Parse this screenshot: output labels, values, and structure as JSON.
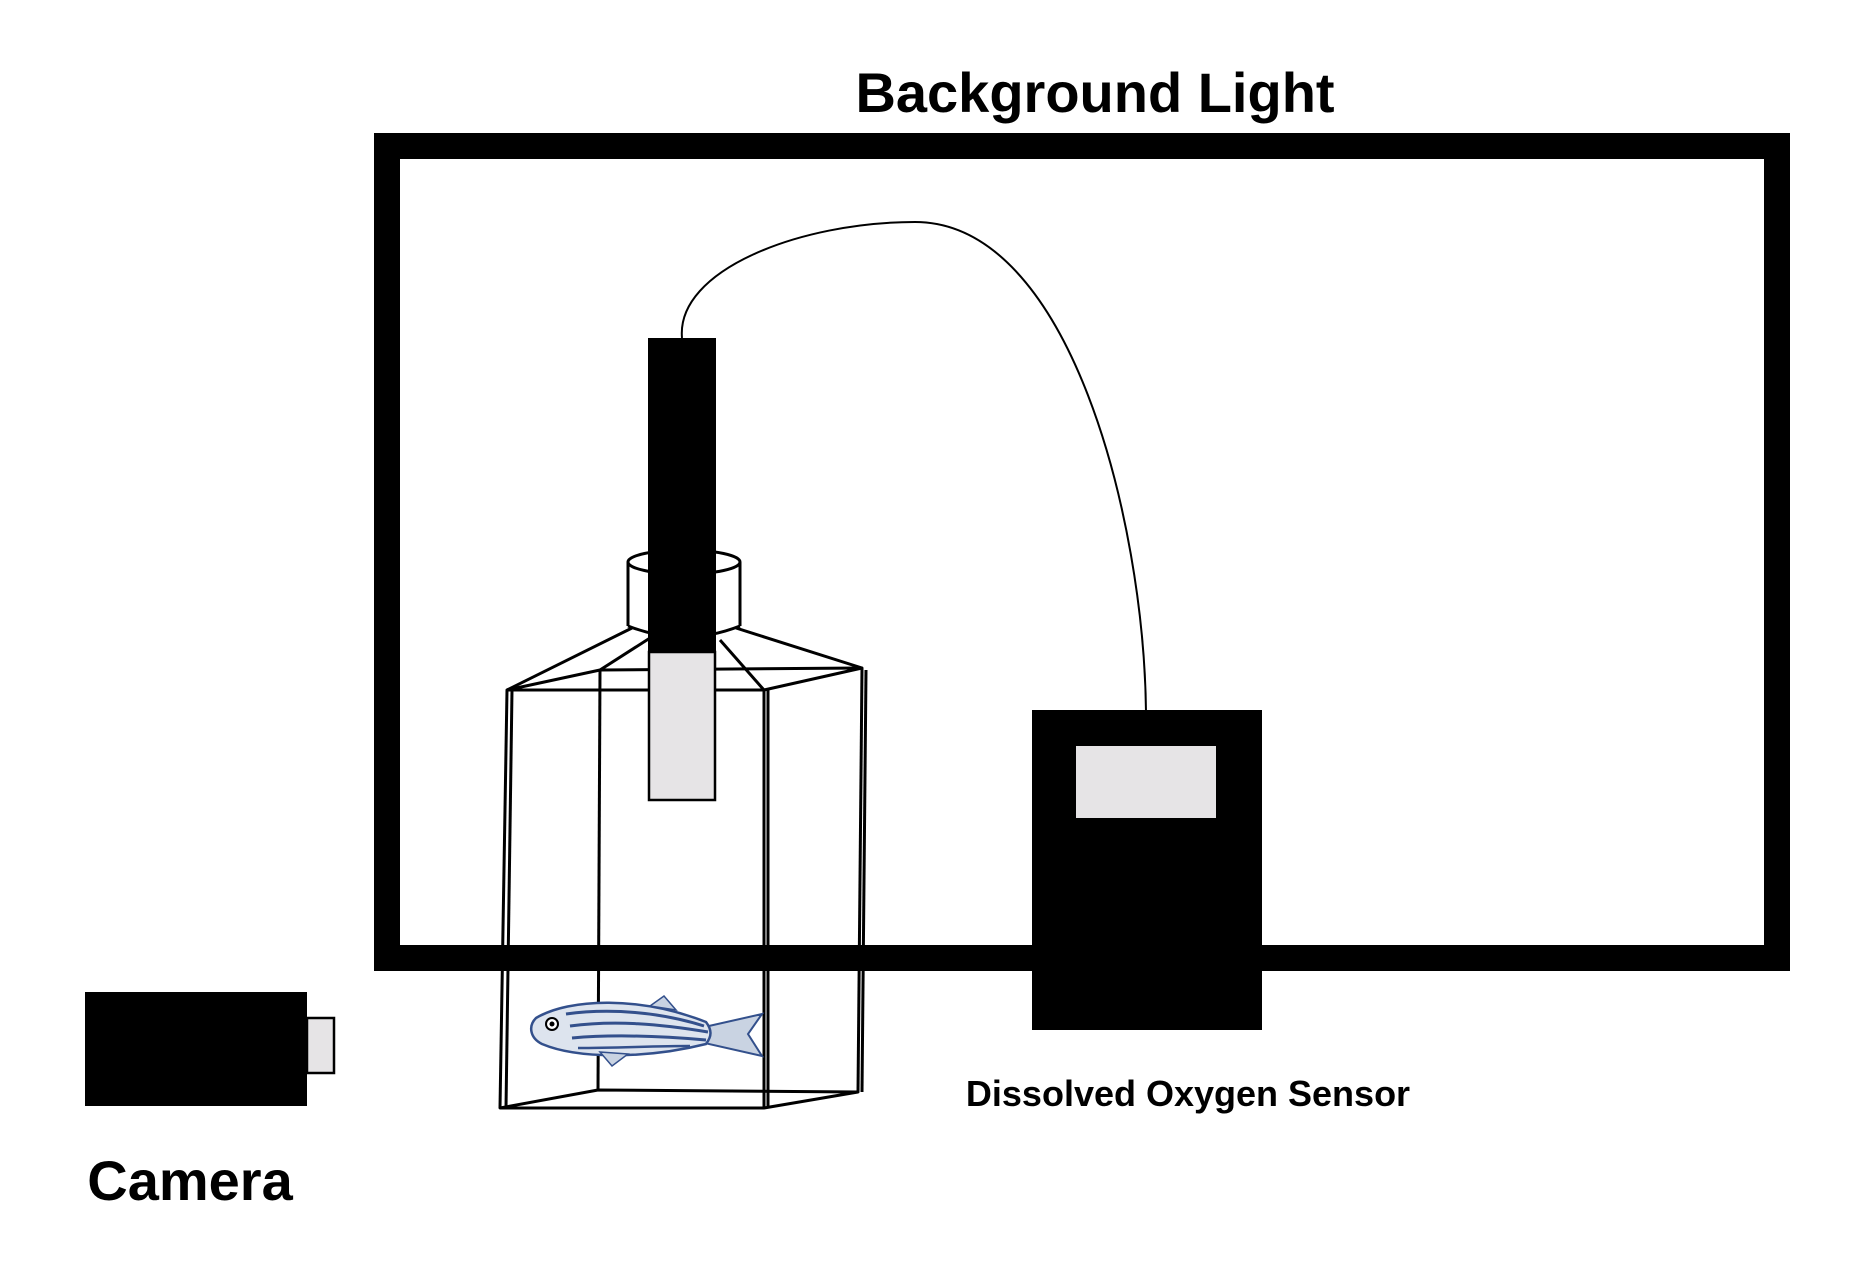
{
  "labels": {
    "background_light": "Background Light",
    "camera": "Camera",
    "dissolved_oxygen_sensor": "Dissolved Oxygen Sensor"
  },
  "colors": {
    "ink": "#000000",
    "paper": "#ffffff",
    "light_gray": "#e6e4e6",
    "fish_body": "#dde4ee",
    "fish_stripe": "#33508c",
    "fish_fin": "#c9d3e2"
  },
  "icons": {
    "camera": "camera-icon",
    "fish": "zebrafish-icon",
    "tank": "tank-icon",
    "probe": "oxygen-probe-icon",
    "meter": "oxygen-meter-icon"
  }
}
